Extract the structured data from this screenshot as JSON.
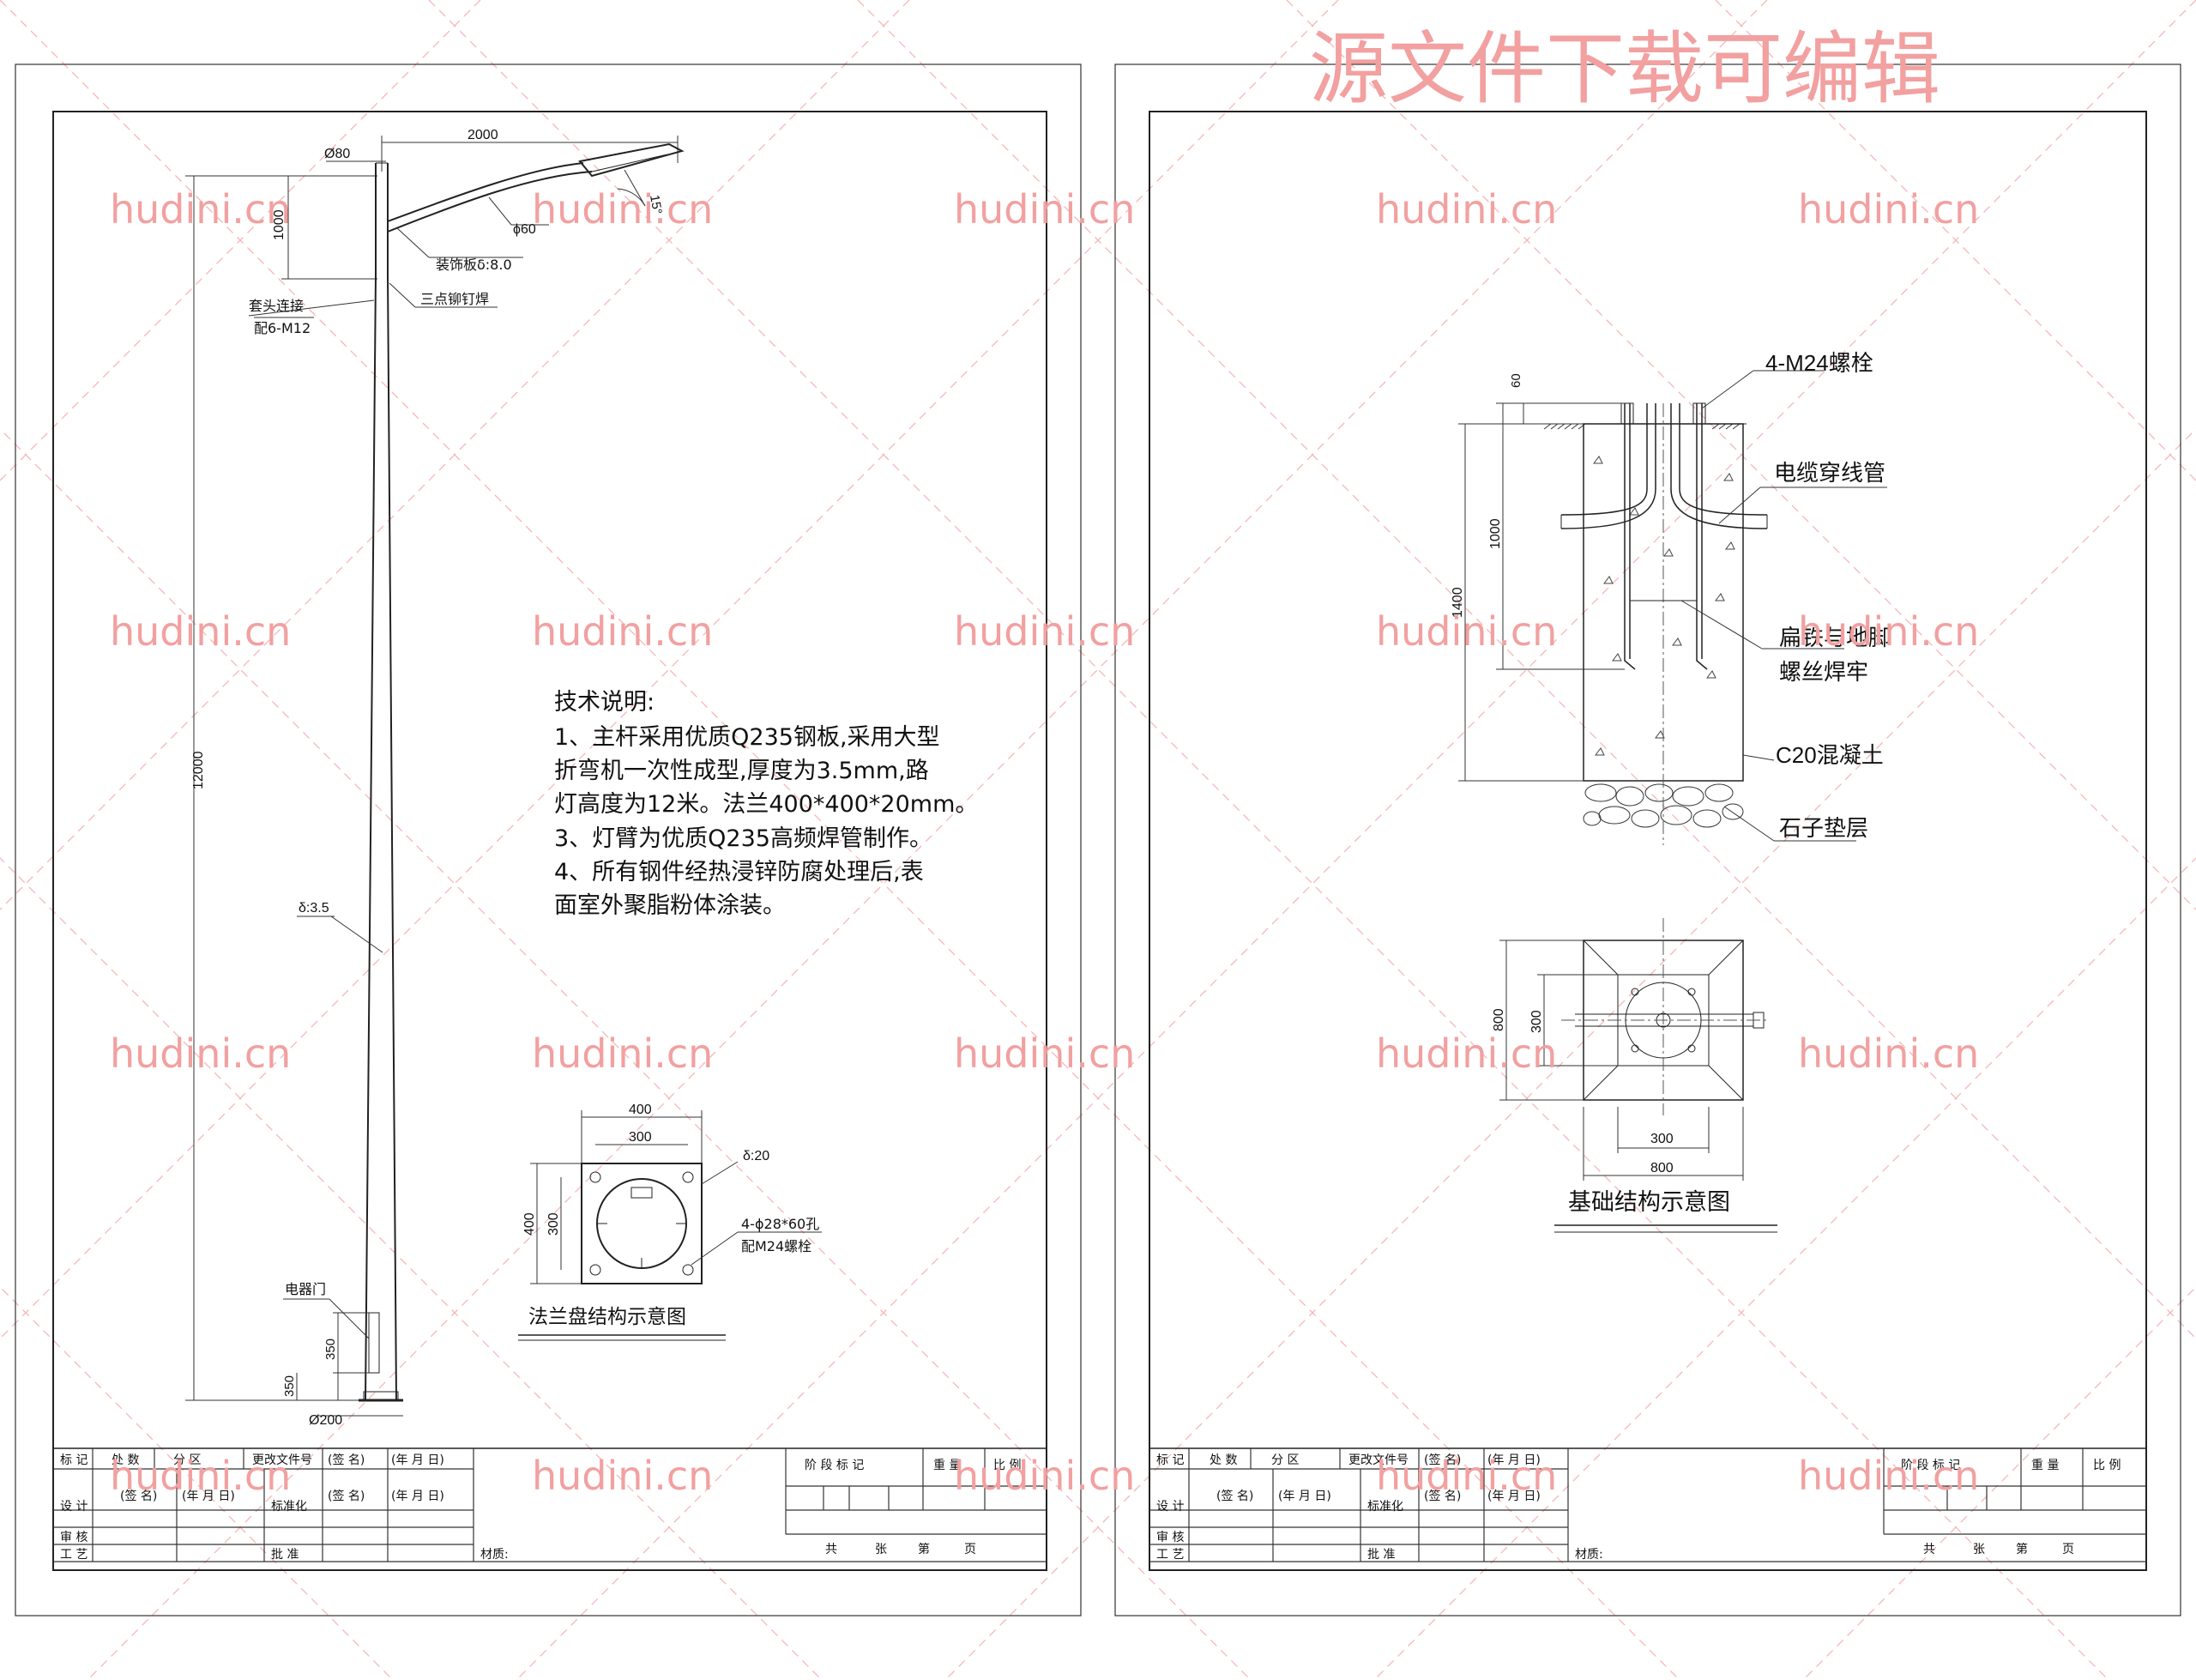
{
  "watermark": {
    "banner": "源文件下载可编辑",
    "site": "hudini.cn"
  },
  "left_sheet": {
    "pole": {
      "arm_length": "2000",
      "top_diameter": "Ø80",
      "arm_rise": "1000",
      "arm_pipe": "ϕ60",
      "arm_angle": "15°",
      "deco_plate": "装饰板δ:8.0",
      "sleeve_joint": "套头连接",
      "sleeve_bolts": "配6-M12",
      "rivet_weld": "三点铆钉焊",
      "total_height": "12000",
      "wall_thickness": "δ:3.5",
      "door_label": "电器门",
      "door_height": "350",
      "door_offset": "350",
      "base_diameter": "Ø200"
    },
    "notes": {
      "title": "技术说明:",
      "lines": [
        "1、主杆采用优质Q235钢板,采用大型",
        "折弯机一次性成型,厚度为3.5mm,路",
        "灯高度为12米。法兰400*400*20mm。",
        "3、灯臂为优质Q235高频焊管制作。",
        "4、所有钢件经热浸锌防腐处理后,表",
        "面室外聚脂粉体涂装。"
      ]
    },
    "flange": {
      "outer": "400",
      "inner": "300",
      "outer_v": "400",
      "inner_v": "300",
      "thickness": "δ:20",
      "holes": "4-ϕ28*60孔",
      "bolts": "配M24螺栓",
      "caption": "法兰盘结构示意图"
    }
  },
  "right_sheet": {
    "foundation": {
      "bolts": "4-M24螺栓",
      "top": "60",
      "cable": "电缆穿线管",
      "bolt_len": "1000",
      "depth": "1400",
      "weld_1": "扁铁与地脚",
      "weld_2": "螺丝焊牢",
      "concrete": "C20混凝土",
      "gravel": "石子垫层",
      "plan_outer_v": "800",
      "plan_inner_v": "300",
      "plan_inner_h": "300",
      "plan_outer_h": "800",
      "caption": "基础结构示意图"
    }
  },
  "title_block": {
    "row1": [
      "标 记",
      "处 数",
      "分 区",
      "更改文件号",
      "(签 名)",
      "(年 月 日)"
    ],
    "stage": "阶 段 标 记",
    "weight": "重 量",
    "scale": "比 例",
    "design": "设 计",
    "sign": "(签 名)",
    "date": "(年 月 日)",
    "standard": "标准化",
    "review": "审 核",
    "craft": "工 艺",
    "approve": "批 准",
    "material": "材质:",
    "total": "共",
    "sheets": "张",
    "page": "第",
    "page_unit": "页"
  }
}
